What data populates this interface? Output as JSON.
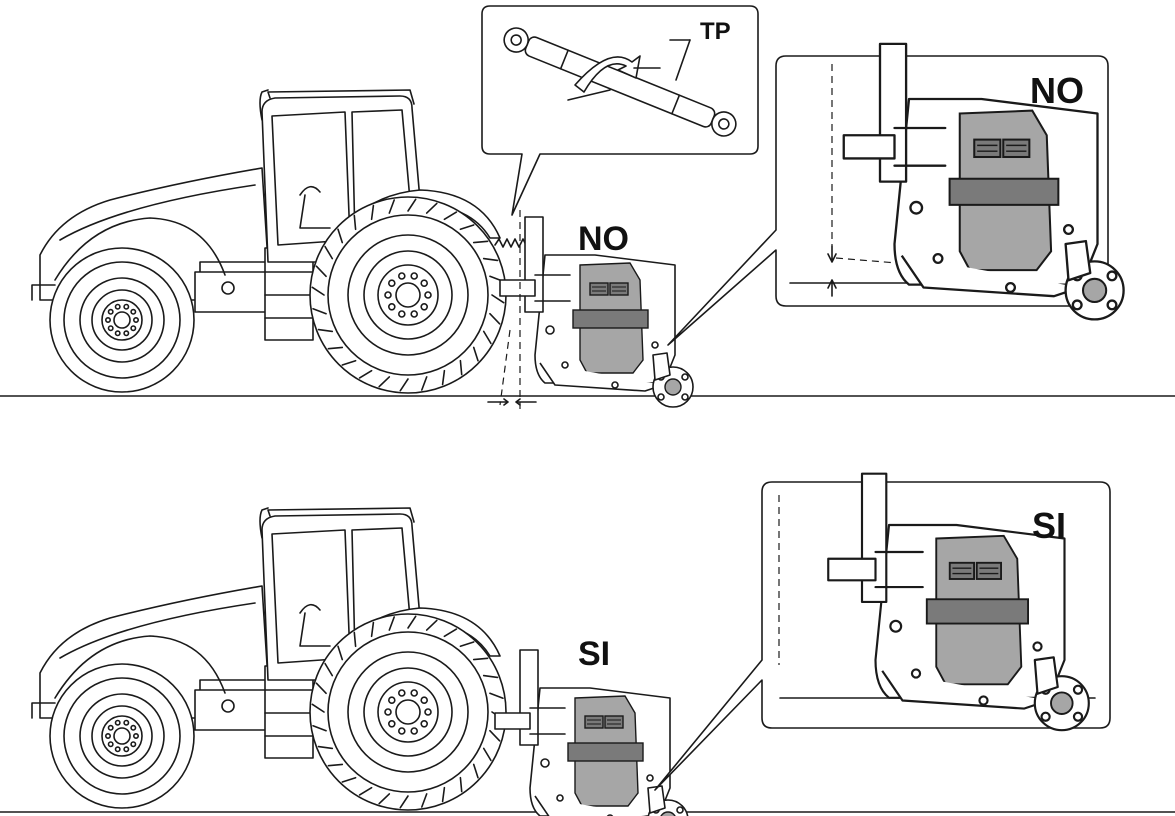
{
  "labels": {
    "top_perspective_label": "TP",
    "top_label": "NO",
    "top_detail_label": "NO",
    "bottom_label": "SI",
    "bottom_detail_label": "SI"
  }
}
